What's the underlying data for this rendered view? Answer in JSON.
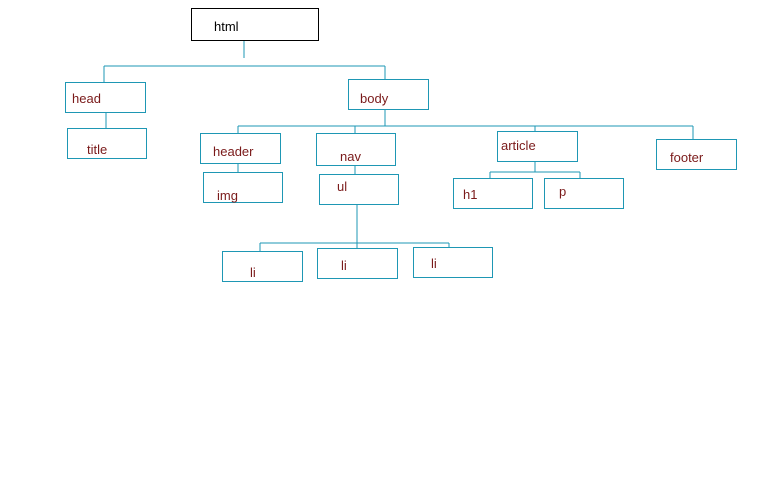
{
  "diagram": {
    "nodes": {
      "html": "html",
      "head": "head",
      "title": "title",
      "body": "body",
      "header": "header",
      "img": "img",
      "nav": "nav",
      "ul": "ul",
      "li_1": "li",
      "li_2": "li",
      "li_3": "li",
      "article": "article",
      "h1": "h1",
      "p": "p",
      "footer": "footer"
    },
    "colors": {
      "line": "#1e97b4",
      "box_border": "#1e97b4",
      "root_border": "#000000",
      "label_text": "#7a1a1a",
      "root_text": "#000000"
    }
  }
}
